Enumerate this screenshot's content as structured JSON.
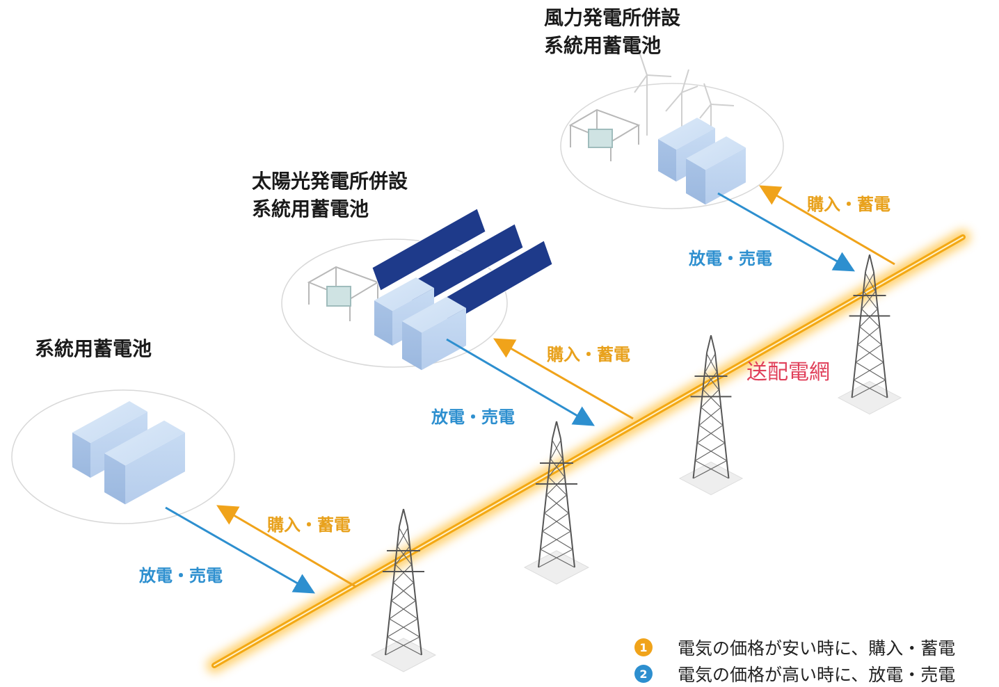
{
  "sites": {
    "wind": {
      "title_line1": "風力発電所併設",
      "title_line2": "系統用蓄電池"
    },
    "solar": {
      "title_line1": "太陽光発電所併設",
      "title_line2": "系統用蓄電池"
    },
    "standalone": {
      "title": "系統用蓄電池"
    }
  },
  "flows": {
    "buy_charge": "購入・蓄電",
    "discharge_sell": "放電・売電"
  },
  "grid": {
    "label": "送配電網"
  },
  "legend": [
    {
      "number": "1",
      "text": "電気の価格が安い時に、購入・蓄電",
      "color": "#f0a31a"
    },
    {
      "number": "2",
      "text": "電気の価格が高い時に、放電・売電",
      "color": "#2d8fcf"
    }
  ],
  "colors": {
    "buy_arrow": "#f0a31a",
    "sell_arrow": "#2d8fcf",
    "power_line": "#f3a814",
    "battery": "#c5dbf2",
    "solar_panel": "#1e3a8a"
  }
}
